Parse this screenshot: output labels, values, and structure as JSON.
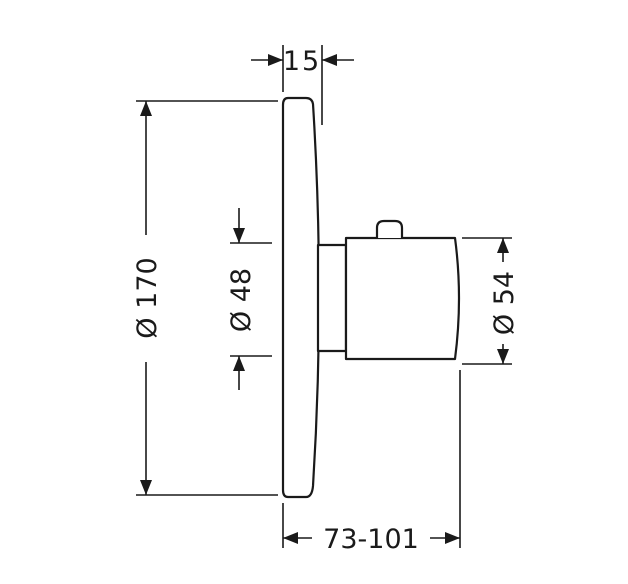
{
  "dimensions": {
    "cover_thickness": "15",
    "cover_diameter": "Ø 170",
    "inner_diameter": "Ø 48",
    "knob_diameter": "Ø 54",
    "projection_depth": "73-101"
  },
  "colors": {
    "line": "#1a1a1a",
    "background": "#ffffff"
  }
}
